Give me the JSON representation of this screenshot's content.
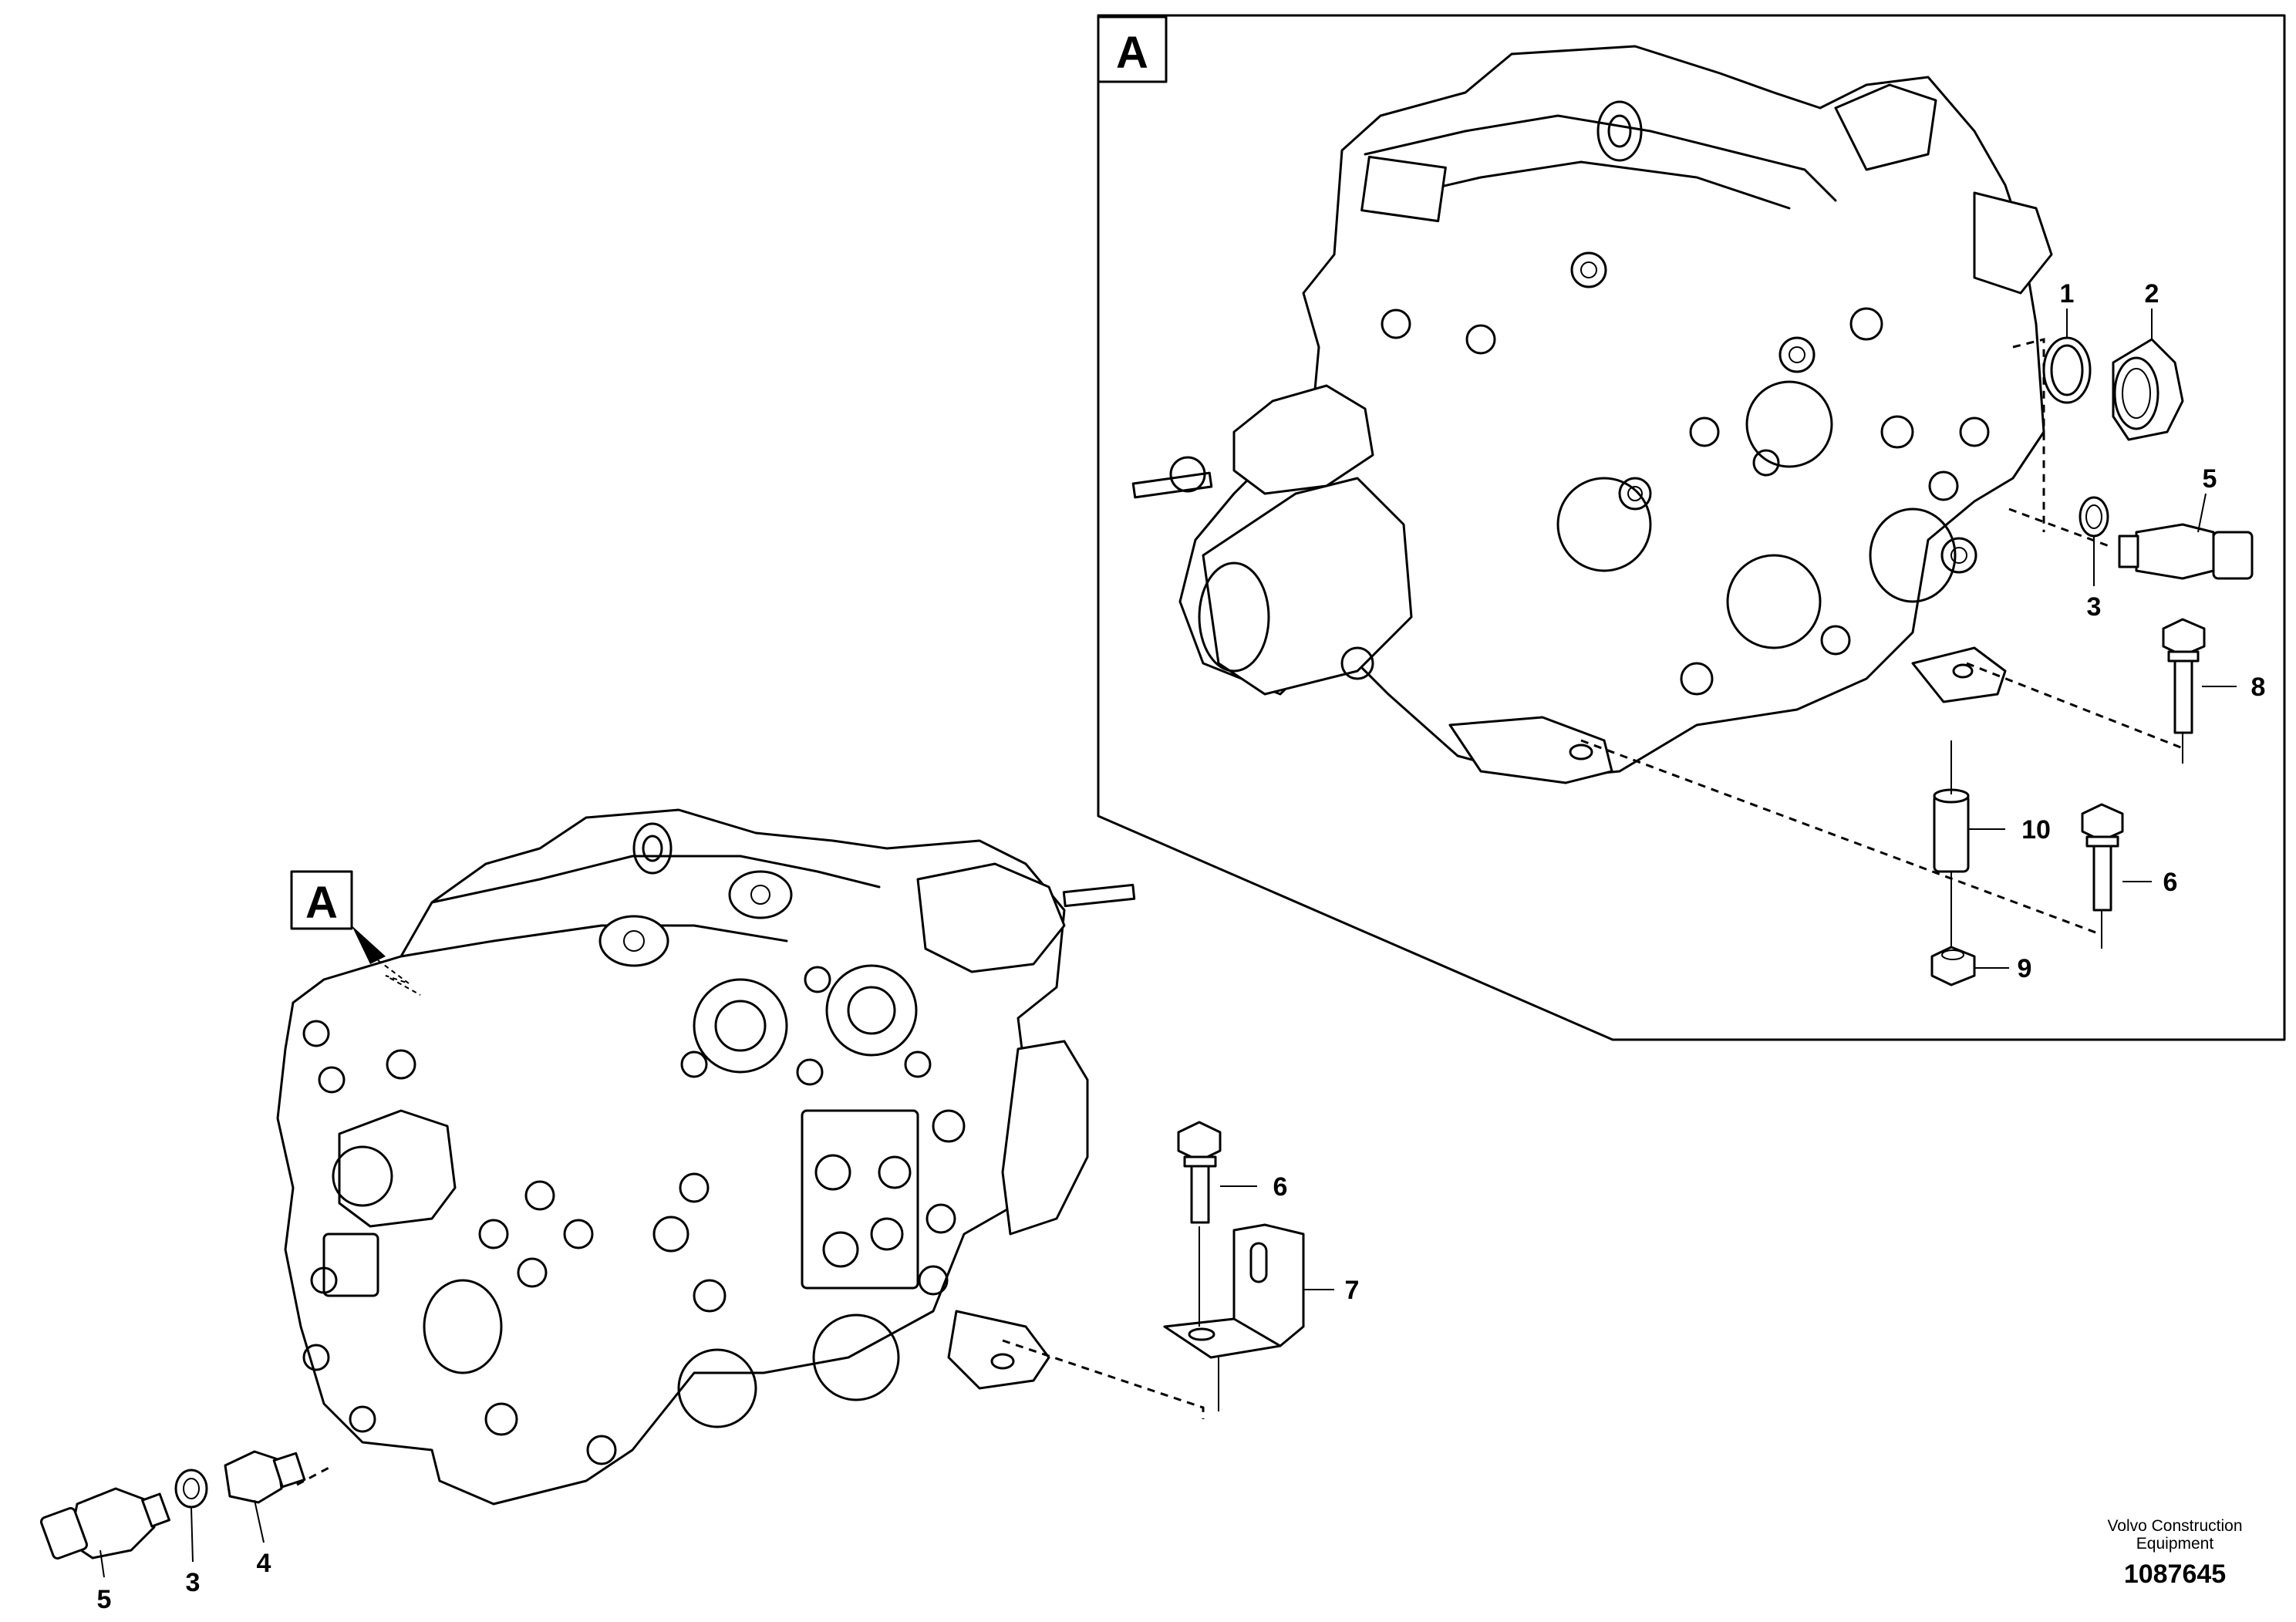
{
  "detail_letter": "A",
  "callouts": [
    "1",
    "2",
    "3",
    "4",
    "5",
    "6",
    "7",
    "8",
    "9",
    "10"
  ],
  "footer": {
    "brand_line1": "Volvo Construction",
    "brand_line2": "Equipment",
    "reference_number": "1087645"
  }
}
